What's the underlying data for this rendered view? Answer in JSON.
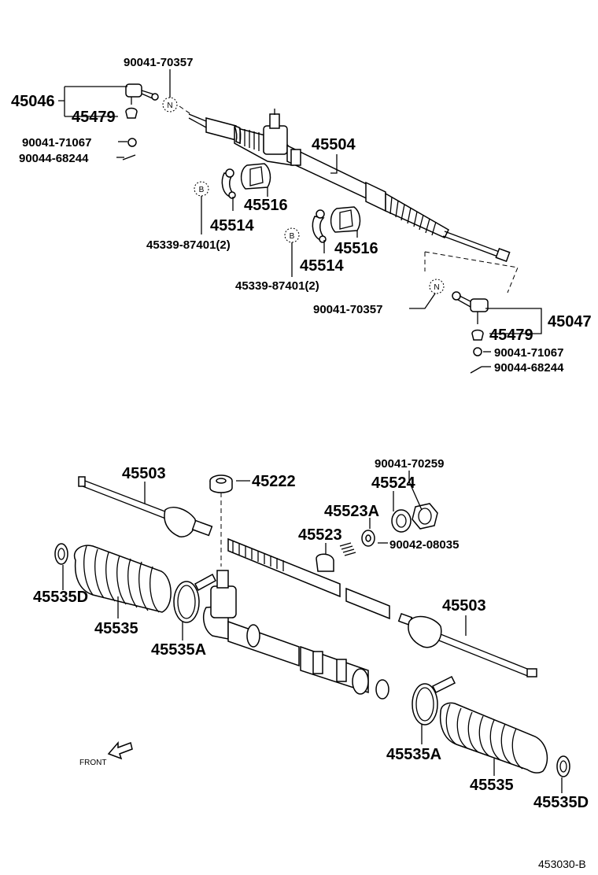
{
  "diagram": {
    "labels": {
      "l_90041_70357_a": "90041-70357",
      "l_45046": "45046",
      "l_45479_a": "45479",
      "l_90041_71067_a": "90041-71067",
      "l_90044_68244_a": "90044-68244",
      "l_45504": "45504",
      "l_45516_a": "45516",
      "l_45514_a": "45514",
      "l_45339_a": "45339-87401(2)",
      "l_45516_b": "45516",
      "l_45514_b": "45514",
      "l_45339_b": "45339-87401(2)",
      "l_90041_70357_b": "90041-70357",
      "l_45047": "45047",
      "l_45479_b": "45479",
      "l_90041_71067_b": "90041-71067",
      "l_90044_68244_b": "90044-68244",
      "l_90041_70259": "90041-70259",
      "l_45503_a": "45503",
      "l_45222": "45222",
      "l_45524": "45524",
      "l_45523A": "45523A",
      "l_45523": "45523",
      "l_90042_08035": "90042-08035",
      "l_45535D_a": "45535D",
      "l_45535_a": "45535",
      "l_45535A_a": "45535A",
      "l_45503_b": "45503",
      "l_45535A_b": "45535A",
      "l_45535_b": "45535",
      "l_45535D_b": "45535D",
      "front": "FRONT",
      "figure_code": "453030-B"
    },
    "callouts": {
      "n1": "N",
      "n2": "N",
      "b1": "B",
      "b2": "B"
    }
  }
}
